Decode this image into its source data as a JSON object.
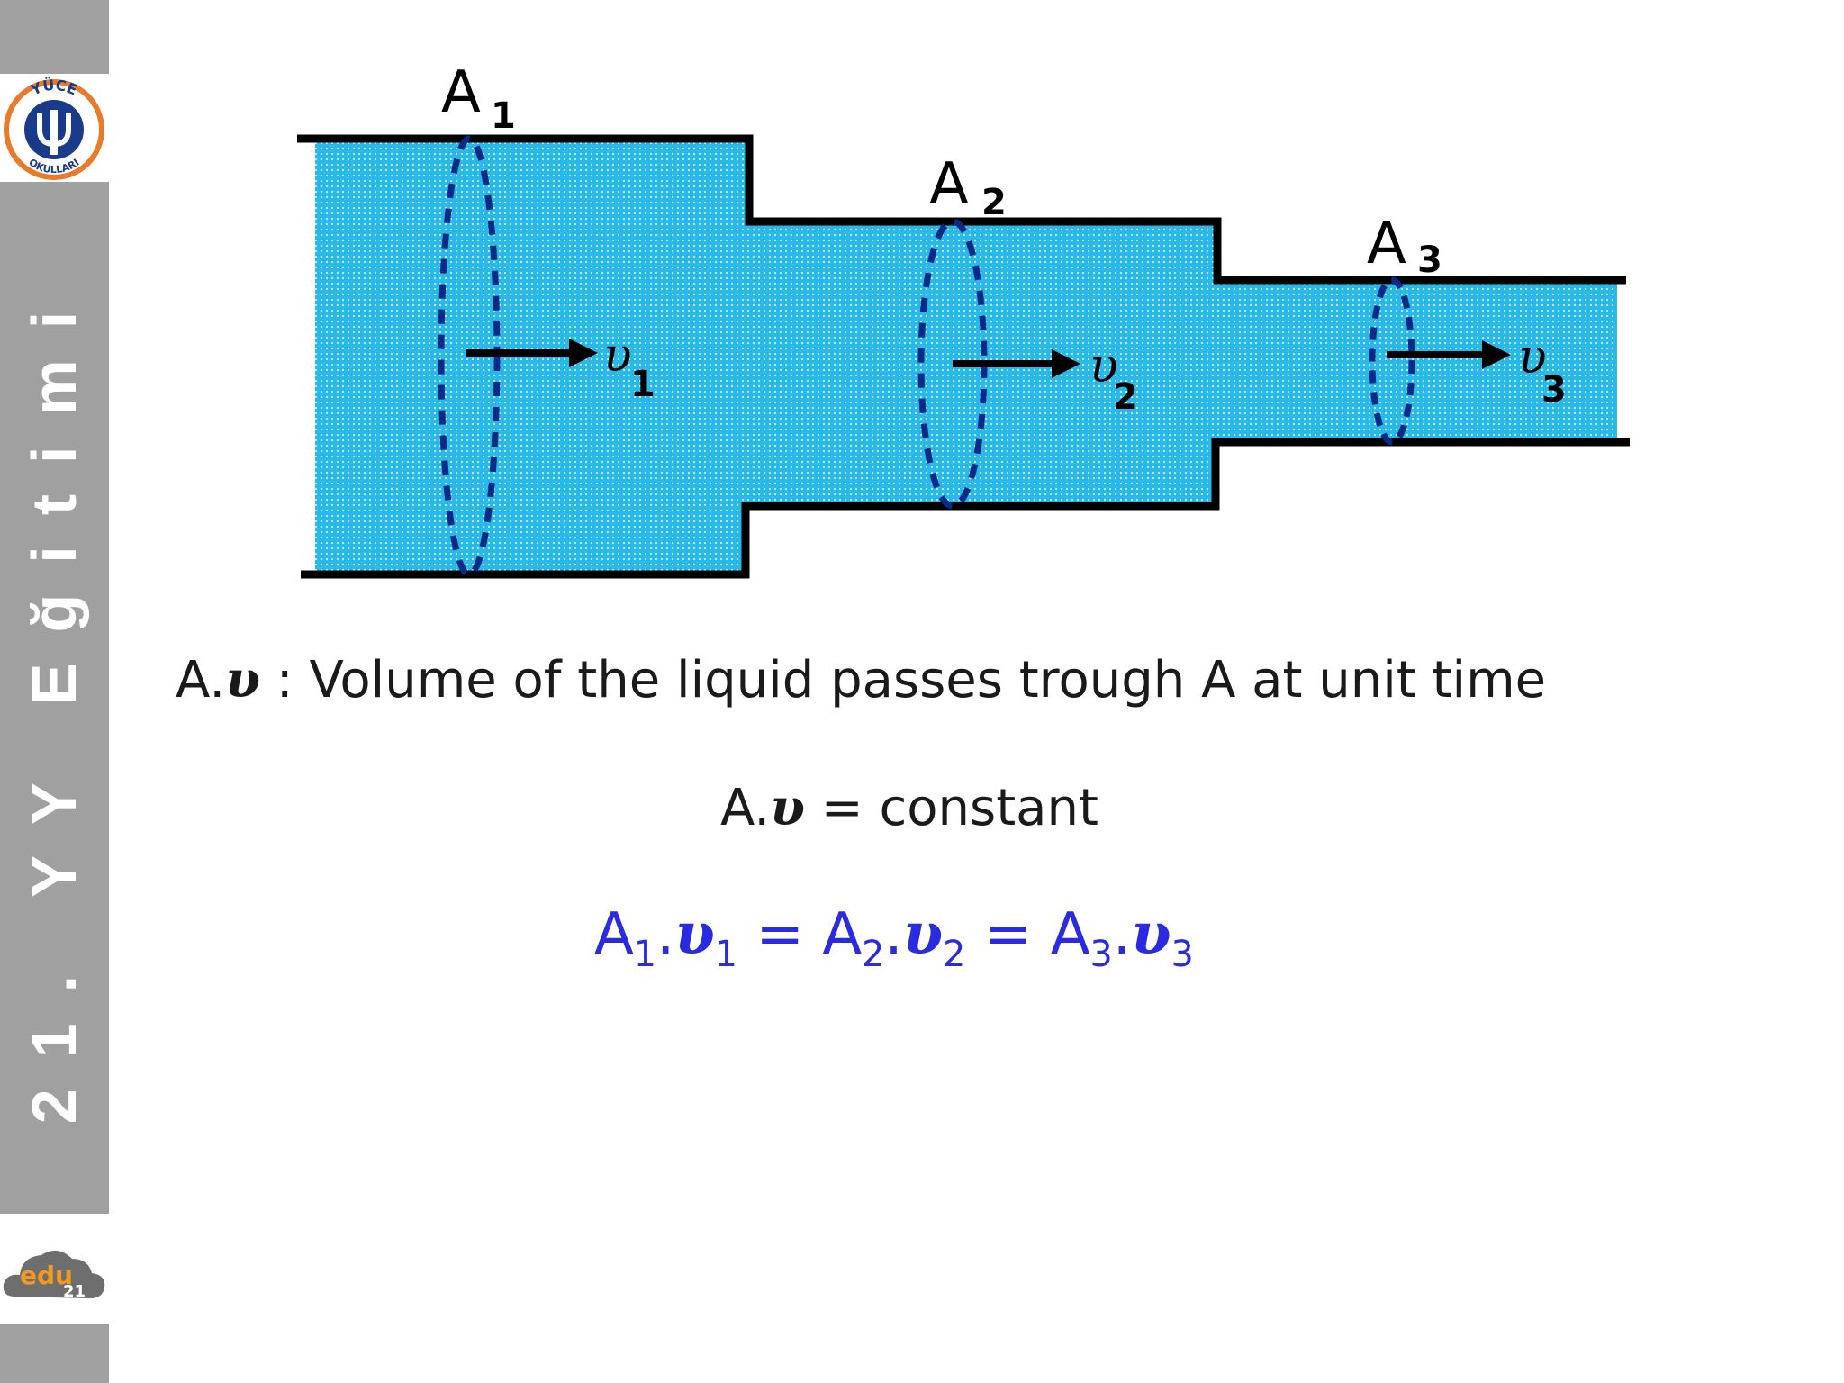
{
  "sidebar": {
    "vertical_text": "21. YY Eğitimi",
    "logo_top_text": "YÜCE",
    "logo_bottom_text": "OKULLARI",
    "logo_bottom_label": "edu",
    "logo_bottom_number": "21",
    "colors": {
      "bar": "#a0a0a0"
    }
  },
  "diagram": {
    "labels": {
      "a1": "A",
      "a1_sub": "1",
      "a2": "A",
      "a2_sub": "2",
      "a3": "A",
      "a3_sub": "3",
      "u1": "υ",
      "u1_sub": "1",
      "u2": "υ",
      "u2_sub": "2",
      "u3": "υ",
      "u3_sub": "3"
    },
    "colors": {
      "liquid": "#29b8e8",
      "wall": "#000000",
      "ellipse": "#0a2a8a"
    }
  },
  "definition": {
    "a": "A.",
    "u": "υ",
    "text": " : Volume of the liquid passes trough A at unit time"
  },
  "constant": {
    "a": "A.",
    "u": "υ",
    "text": " = constant"
  },
  "equation": {
    "a": "A",
    "u": "υ",
    "dot": ".",
    "eq": " = ",
    "sub1": "1",
    "sub2": "2",
    "sub3": "3",
    "color": "#2a2ae0"
  }
}
